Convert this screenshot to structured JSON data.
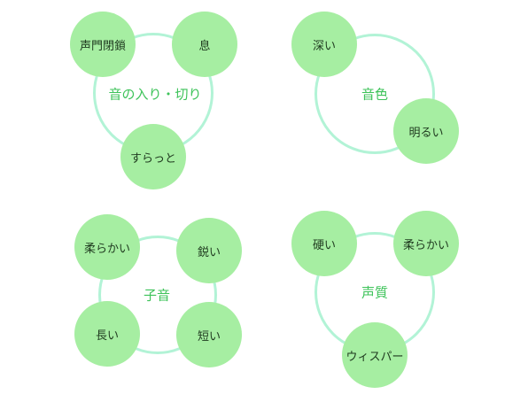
{
  "colors": {
    "ring": "#b2f3d6",
    "node": "#a6eea2",
    "center_text": "#3ec35a",
    "node_text": "#1f3a1f"
  },
  "groups": [
    {
      "center": "音の入り・切り",
      "nodes": [
        "声門閉鎖",
        "息",
        "すらっと"
      ]
    },
    {
      "center": "音色",
      "nodes": [
        "深い",
        "明るい"
      ]
    },
    {
      "center": "子音",
      "nodes": [
        "柔らかい",
        "鋭い",
        "長い",
        "短い"
      ]
    },
    {
      "center": "声質",
      "nodes": [
        "硬い",
        "柔らかい",
        "ウィスパー"
      ]
    }
  ]
}
